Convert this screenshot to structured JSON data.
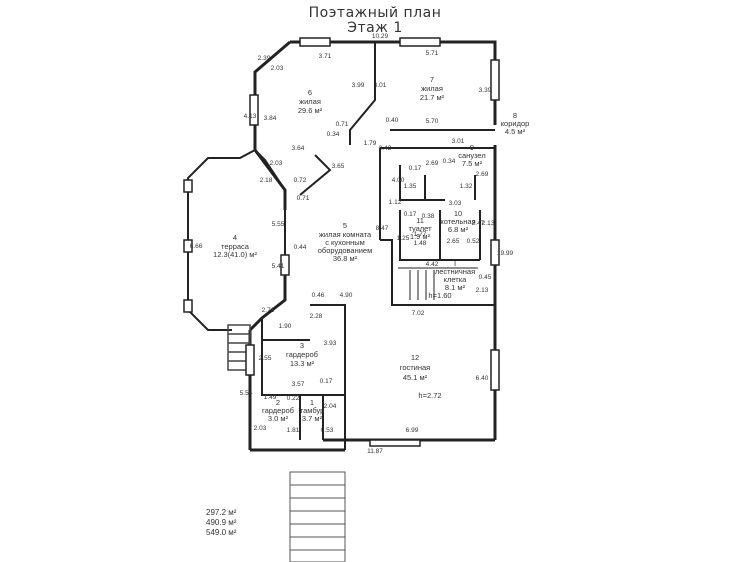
{
  "title": {
    "line1": "Поэтажный план",
    "line2": "Этаж 1"
  },
  "rooms": [
    {
      "num": "1",
      "name": "тамбур",
      "area": "3.7 м²"
    },
    {
      "num": "2",
      "name": "гардероб",
      "area": "3.0 м²"
    },
    {
      "num": "3",
      "name": "гардероб",
      "area": "13.3 м²"
    },
    {
      "num": "4",
      "name": "терраса",
      "area": "12.3(41.0) м²"
    },
    {
      "num": "5",
      "name": "жилая комната",
      "name2": "с кухонным",
      "name3": "оборудованием",
      "area": "36.8 м²"
    },
    {
      "num": "6",
      "name": "жилая",
      "area": "29.6 м²"
    },
    {
      "num": "7",
      "name": "жилая",
      "area": "21.7 м²"
    },
    {
      "num": "8",
      "name": "коридор",
      "area": "4.5 м²"
    },
    {
      "num": "9",
      "name": "санузел",
      "area": "7.5 м²"
    },
    {
      "num": "10",
      "name": "котельная",
      "area": "6.8 м²"
    },
    {
      "num": "11",
      "name": "туалет",
      "area": "1.9 м²"
    },
    {
      "num": "12",
      "name": "гостиная",
      "area": "45.1 м²",
      "height": "h=2.72"
    },
    {
      "num": "I",
      "name": "лестничная",
      "name2": "клетка",
      "area": "8.1 м²",
      "height": "h=1.60"
    }
  ],
  "dimensions": [
    "10.29",
    "3.71",
    "5.71",
    "2.39",
    "2.03",
    "4.13",
    "3.84",
    "3.99",
    "3.01",
    "3.39",
    "0.71",
    "0.34",
    "3.64",
    "0.40",
    "5.70",
    "3.01",
    "2.03",
    "2.18",
    "0.72",
    "3.65",
    "1.79",
    "0.42",
    "2.69",
    "0.34",
    "0.17",
    "1.35",
    "1.32",
    "2.69",
    "4.00",
    "0.71",
    "1.12",
    "3.03",
    "0.17",
    "0.38",
    "2.47",
    "2.13",
    "6.66",
    "5.55",
    "8.47",
    "0.44",
    "1.25",
    "1.77",
    "1.48",
    "2.65",
    "0.52",
    "19.99",
    "5.41",
    "4.42",
    "0.46",
    "4.90",
    "0.45",
    "2.13",
    "2.28",
    "7.02",
    "2.71",
    "1.90",
    "3.93",
    "2.55",
    "6.40",
    "3.57",
    "0.17",
    "1.49",
    "0.22",
    "5.54",
    "2.04",
    "2.03",
    "1.81",
    "0.53",
    "6.99",
    "11.87"
  ],
  "totals": [
    "297.2 м²",
    "490.9 м²",
    "549.0 м²"
  ]
}
